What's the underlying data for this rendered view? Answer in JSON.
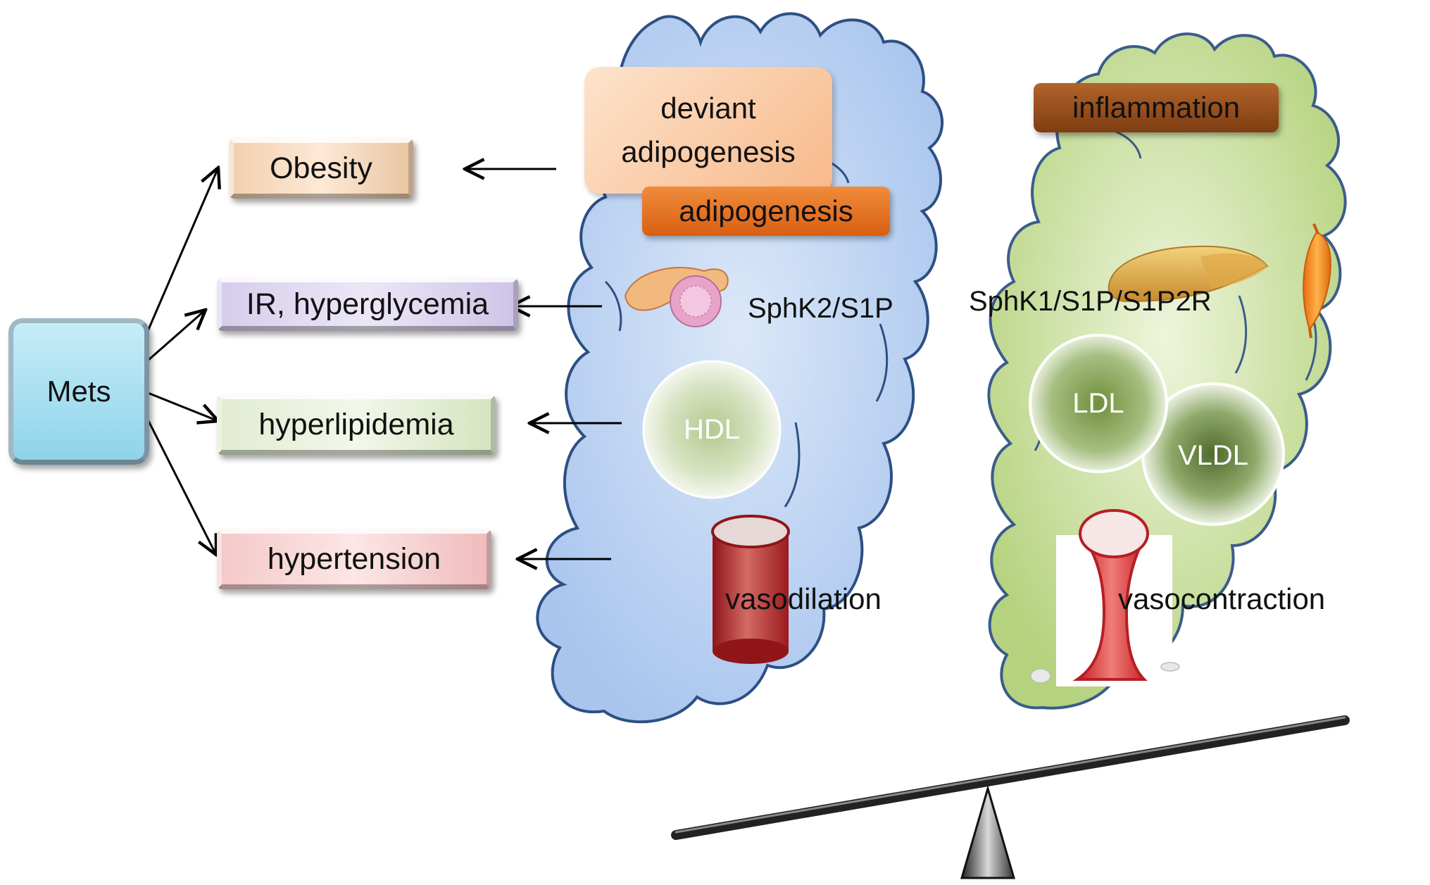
{
  "left": {
    "root": "Mets",
    "outcomes": [
      "Obesity",
      "IR, hyperglycemia",
      "hyperlipidemia",
      "hypertension"
    ]
  },
  "blue_cloud": {
    "deviant": "deviant\nadipogenesis",
    "adipogenesis": "adipogenesis",
    "pathway": "SphK2/S1P",
    "hdl": "HDL",
    "vaso": "vasodilation"
  },
  "green_cloud": {
    "inflammation": "inflammation",
    "pathway": "SphK1/S1P/S1P2R",
    "ldl": "LDL",
    "vldl": "VLDL",
    "vaso": "vasocontraction"
  },
  "colors": {
    "blue_cloud": "#bcd3f2",
    "green_cloud": "#c3dc95",
    "mets_box": "#a9e2f2",
    "deviant_box": "#f9c79c",
    "adipogenesis_box": "#e8721f",
    "inflammation_box": "#9a4f1a",
    "vessel_red": "#b51f24"
  }
}
